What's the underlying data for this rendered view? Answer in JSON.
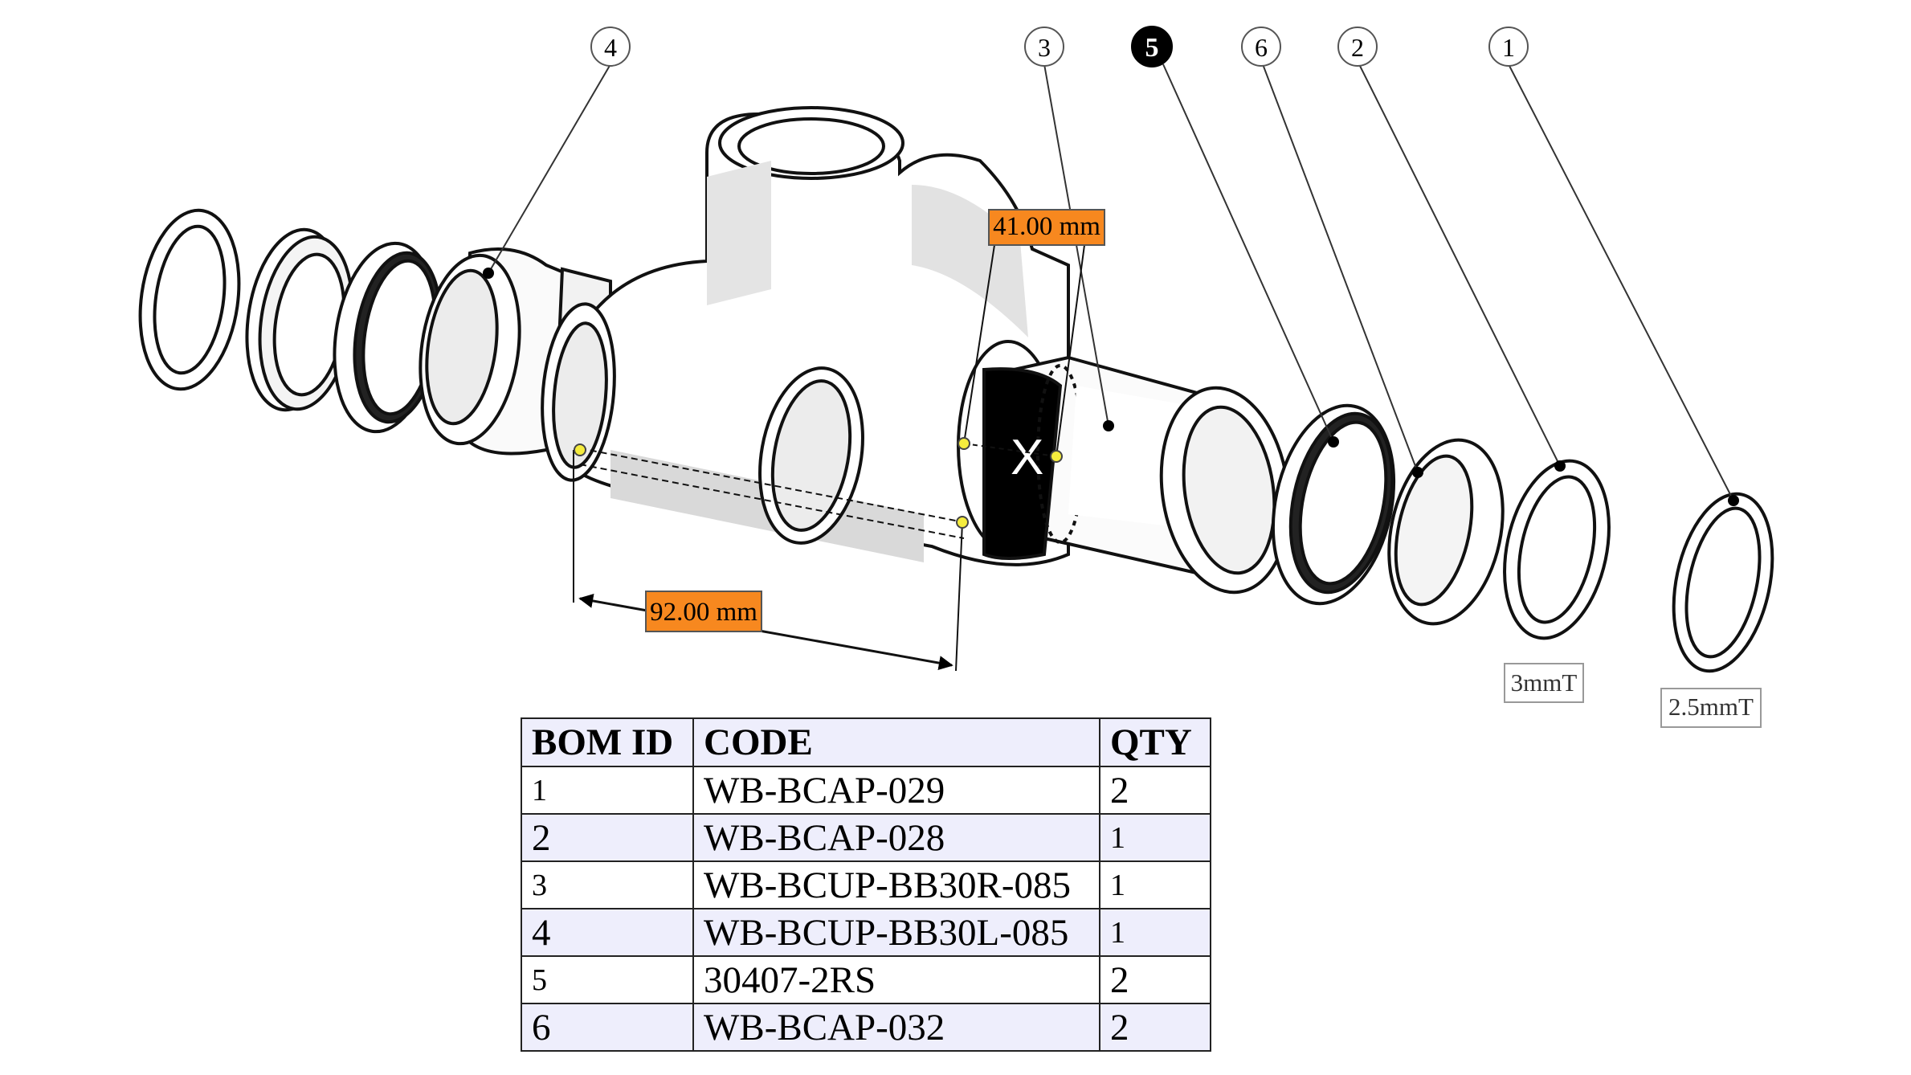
{
  "balloons": [
    {
      "id": "4",
      "filled": false
    },
    {
      "id": "3",
      "filled": false
    },
    {
      "id": "5",
      "filled": true
    },
    {
      "id": "6",
      "filled": false
    },
    {
      "id": "2",
      "filled": false
    },
    {
      "id": "1",
      "filled": false
    }
  ],
  "dimensions": {
    "width_label": "41.00 mm",
    "length_label": "92.00 mm"
  },
  "spacer_labels": {
    "item2": "3mmT",
    "item1": "2.5mmT"
  },
  "colors": {
    "dimension_fill": "#f7881f",
    "selection_point": "#f5ec3d",
    "part_shading": "#e2e2e2",
    "table_shade": "#eeeefc"
  },
  "bom": {
    "headers": [
      "BOM ID",
      "CODE",
      "QTY"
    ],
    "rows": [
      {
        "id": "1",
        "code": "WB-BCAP-029",
        "qty": "2"
      },
      {
        "id": "2",
        "code": "WB-BCAP-028",
        "qty": "1"
      },
      {
        "id": "3",
        "code": "WB-BCUP-BB30R-085",
        "qty": "1"
      },
      {
        "id": "4",
        "code": "WB-BCUP-BB30L-085",
        "qty": "1"
      },
      {
        "id": "5",
        "code": "30407-2RS",
        "qty": "2"
      },
      {
        "id": "6",
        "code": "WB-BCAP-032",
        "qty": "2"
      }
    ]
  }
}
